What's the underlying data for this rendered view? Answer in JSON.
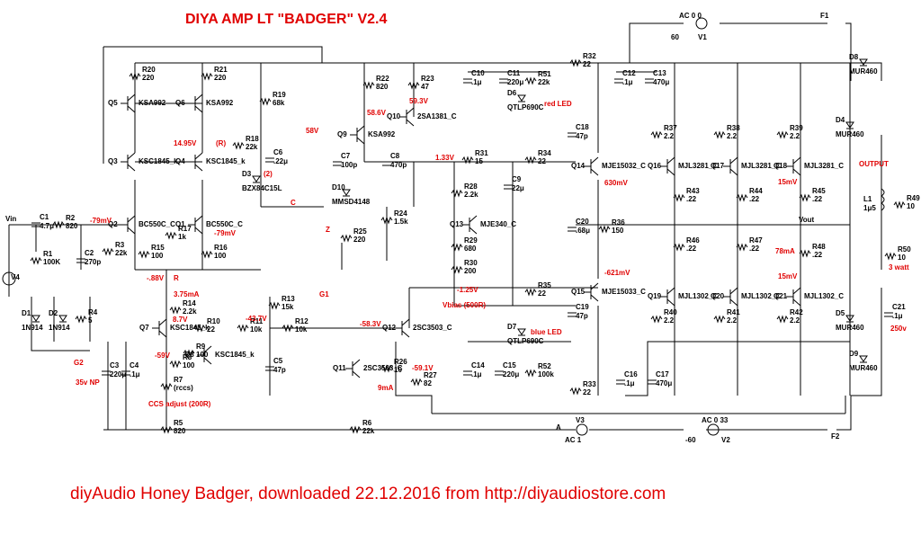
{
  "title": "DIYA AMP LT \"BADGER\" V2.4",
  "footer": "diyAudio Honey Badger, downloaded 22.12.2016 from http://diyaudiostore.com",
  "colors": {
    "wire": "#000000",
    "annotation": "#e00000",
    "background": "#ffffff"
  },
  "sources": {
    "v1": {
      "name": "V1",
      "spec": "AC 0 0",
      "value": "60"
    },
    "v2": {
      "name": "V2",
      "spec": "AC 0 33",
      "value": "-60"
    },
    "v3": {
      "name": "V3",
      "spec": "AC 1",
      "node": "A"
    },
    "v4": {
      "name": "V4"
    }
  },
  "nets": {
    "vin": "Vin",
    "vout": "Vout",
    "g1": "G1",
    "g2": "G2",
    "vbias": "Vbias (500R)"
  },
  "fuses": [
    "F1",
    "F2"
  ],
  "transistors": [
    {
      "ref": "Q5",
      "part": "KSA992"
    },
    {
      "ref": "Q6",
      "part": "KSA992"
    },
    {
      "ref": "Q3",
      "part": "KSC1845_k"
    },
    {
      "ref": "Q4",
      "part": "KSC1845_k"
    },
    {
      "ref": "Q2",
      "part": "BC550C_C"
    },
    {
      "ref": "Q1",
      "part": "BC550C_C"
    },
    {
      "ref": "Q7",
      "part": "KSC1845_k"
    },
    {
      "ref": "Q8",
      "part": "KSC1845_k"
    },
    {
      "ref": "Q9",
      "part": "KSA992"
    },
    {
      "ref": "Q10",
      "part": "2SA1381_C"
    },
    {
      "ref": "Q11",
      "part": "2SC3503_C"
    },
    {
      "ref": "Q12",
      "part": "2SC3503_C"
    },
    {
      "ref": "Q13",
      "part": "MJE340_C"
    },
    {
      "ref": "Q14",
      "part": "MJE15032_C"
    },
    {
      "ref": "Q15",
      "part": "MJE15033_C"
    },
    {
      "ref": "Q16",
      "part": "MJL3281_C"
    },
    {
      "ref": "Q17",
      "part": "MJL3281_C"
    },
    {
      "ref": "Q18",
      "part": "MJL3281_C"
    },
    {
      "ref": "Q19",
      "part": "MJL1302_C"
    },
    {
      "ref": "Q20",
      "part": "MJL1302_C"
    },
    {
      "ref": "Q21",
      "part": "MJL1302_C"
    }
  ],
  "resistors": [
    {
      "ref": "R1",
      "value": "100K"
    },
    {
      "ref": "R2",
      "value": "820"
    },
    {
      "ref": "R3",
      "value": "22k"
    },
    {
      "ref": "R4",
      "value": "5"
    },
    {
      "ref": "R5",
      "value": "820"
    },
    {
      "ref": "R6",
      "value": "22k"
    },
    {
      "ref": "R7",
      "value": "(rccs)"
    },
    {
      "ref": "R8",
      "value": "100"
    },
    {
      "ref": "R9",
      "value": "100"
    },
    {
      "ref": "R10",
      "value": "22"
    },
    {
      "ref": "R11",
      "value": "10k"
    },
    {
      "ref": "R12",
      "value": "10k"
    },
    {
      "ref": "R13",
      "value": "15k"
    },
    {
      "ref": "R14",
      "value": "2.2k"
    },
    {
      "ref": "R15",
      "value": "100"
    },
    {
      "ref": "R16",
      "value": "100"
    },
    {
      "ref": "R17",
      "value": "1k"
    },
    {
      "ref": "R18",
      "value": "22k"
    },
    {
      "ref": "R19",
      "value": "68k"
    },
    {
      "ref": "R20",
      "value": "220"
    },
    {
      "ref": "R21",
      "value": "220"
    },
    {
      "ref": "R22",
      "value": "820"
    },
    {
      "ref": "R23",
      "value": "47"
    },
    {
      "ref": "R24",
      "value": "1.5k"
    },
    {
      "ref": "R25",
      "value": "220"
    },
    {
      "ref": "R26",
      "value": "10"
    },
    {
      "ref": "R27",
      "value": "82"
    },
    {
      "ref": "R28",
      "value": "2.2k"
    },
    {
      "ref": "R29",
      "value": "680"
    },
    {
      "ref": "R30",
      "value": "200"
    },
    {
      "ref": "R31",
      "value": "15"
    },
    {
      "ref": "R32",
      "value": "22"
    },
    {
      "ref": "R33",
      "value": "22"
    },
    {
      "ref": "R34",
      "value": "22"
    },
    {
      "ref": "R35",
      "value": "22"
    },
    {
      "ref": "R36",
      "value": "150"
    },
    {
      "ref": "R37",
      "value": "2.2"
    },
    {
      "ref": "R38",
      "value": "2.2"
    },
    {
      "ref": "R39",
      "value": "2.2"
    },
    {
      "ref": "R40",
      "value": "2.2"
    },
    {
      "ref": "R41",
      "value": "2.2"
    },
    {
      "ref": "R42",
      "value": "2.2"
    },
    {
      "ref": "R43",
      "value": ".22"
    },
    {
      "ref": "R44",
      "value": ".22"
    },
    {
      "ref": "R45",
      "value": ".22"
    },
    {
      "ref": "R46",
      "value": ".22"
    },
    {
      "ref": "R47",
      "value": ".22"
    },
    {
      "ref": "R48",
      "value": ".22"
    },
    {
      "ref": "R49",
      "value": "10"
    },
    {
      "ref": "R50",
      "value": "10"
    },
    {
      "ref": "R51",
      "value": "22k"
    },
    {
      "ref": "R52",
      "value": "100k"
    }
  ],
  "capacitors": [
    {
      "ref": "C1",
      "value": "4.7μ"
    },
    {
      "ref": "C2",
      "value": "270p"
    },
    {
      "ref": "C3",
      "value": "220μ"
    },
    {
      "ref": "C4",
      "value": ".1μ"
    },
    {
      "ref": "C5",
      "value": "47p"
    },
    {
      "ref": "C6",
      "value": ".22μ"
    },
    {
      "ref": "C7",
      "value": "100p"
    },
    {
      "ref": "C8",
      "value": "470p"
    },
    {
      "ref": "C9",
      "value": "22μ"
    },
    {
      "ref": "C10",
      "value": ".1μ"
    },
    {
      "ref": "C11",
      "value": "220μ"
    },
    {
      "ref": "C12",
      "value": ".1μ"
    },
    {
      "ref": "C13",
      "value": "470μ"
    },
    {
      "ref": "C14",
      "value": ".1μ"
    },
    {
      "ref": "C15",
      "value": "220μ"
    },
    {
      "ref": "C16",
      "value": ".1μ"
    },
    {
      "ref": "C17",
      "value": "470μ"
    },
    {
      "ref": "C18",
      "value": "47p"
    },
    {
      "ref": "C19",
      "value": "47p"
    },
    {
      "ref": "C20",
      "value": ".68μ"
    },
    {
      "ref": "C21",
      "value": ".1μ"
    }
  ],
  "diodes": [
    {
      "ref": "D1",
      "part": "1N914"
    },
    {
      "ref": "D2",
      "part": "1N914"
    },
    {
      "ref": "D3",
      "part": "BZX84C15L"
    },
    {
      "ref": "D4",
      "part": "MUR460"
    },
    {
      "ref": "D5",
      "part": "MUR460"
    },
    {
      "ref": "D6",
      "part": "QTLP690C"
    },
    {
      "ref": "D7",
      "part": "QTLP690C"
    },
    {
      "ref": "D8",
      "part": "MUR460"
    },
    {
      "ref": "D9",
      "part": "MUR460"
    },
    {
      "ref": "D10",
      "part": "MMSD4148"
    }
  ],
  "inductor": {
    "ref": "L1",
    "value": "1μ5"
  },
  "annotations": {
    "v_q1": "-79mV",
    "v_q2": "-79mV",
    "v_q4": "14.95V",
    "v_58": "58V",
    "v_q9": "58.6V",
    "v_q10": "59.3V",
    "v_133": "1.33V",
    "v_q14": "630mV",
    "v_q15": "-621mV",
    "v_125": "-1.25V",
    "v_583": "-58.3V",
    "v_591": "-59.1V",
    "v_59": "-59V",
    "v_437": "-43.7V",
    "v_88": "-.88V",
    "v_87": "8.7V",
    "i_375": "3.75mA",
    "i_9": "9mA",
    "i_78": "78mA",
    "i_15a": "15mV",
    "i_15b": "15mV",
    "r_marker": "R",
    "r18_marker": "(R)",
    "d3_marker": "(2)",
    "c_marker": "C",
    "z_marker": "Z",
    "c3_note": "35v NP",
    "led_red": "red LED",
    "led_blue": "blue LED",
    "ccs": "CCS adjust (200R)",
    "output": "OUTPUT",
    "r50_note": "3 watt",
    "c21_note": "250v"
  }
}
